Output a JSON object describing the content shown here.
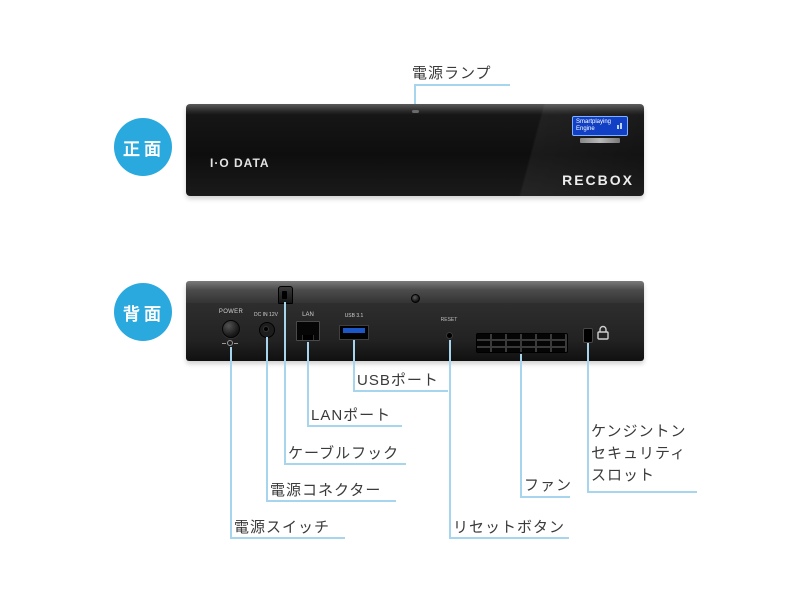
{
  "colors": {
    "accent_blue": "#2aa9de",
    "callout_line": "#a8d5ee",
    "label_text": "#3a3a3a",
    "device_black": "#0e0e0e",
    "usb_blue": "#1c57c8"
  },
  "front": {
    "badge": "正面",
    "power_lamp_label": "電源ランプ",
    "brand": "I·O DATA",
    "logo": "RECBOX",
    "sticker_line1": "Smartplaying",
    "sticker_line2": "Engine"
  },
  "back": {
    "badge": "背面",
    "panel_labels": {
      "power": "POWER",
      "dc_in": "DC IN 12V",
      "lan": "LAN",
      "usb": "USB 3.1",
      "reset": "RESET"
    },
    "callouts": {
      "usb_port": "USBポート",
      "lan_port": "LANポート",
      "cable_hook": "ケーブルフック",
      "power_connector": "電源コネクター",
      "power_switch": "電源スイッチ",
      "reset_button": "リセットボタン",
      "fan": "ファン",
      "kensington_line1": "ケンジントン",
      "kensington_line2": "セキュリティ",
      "kensington_line3": "スロット"
    }
  }
}
